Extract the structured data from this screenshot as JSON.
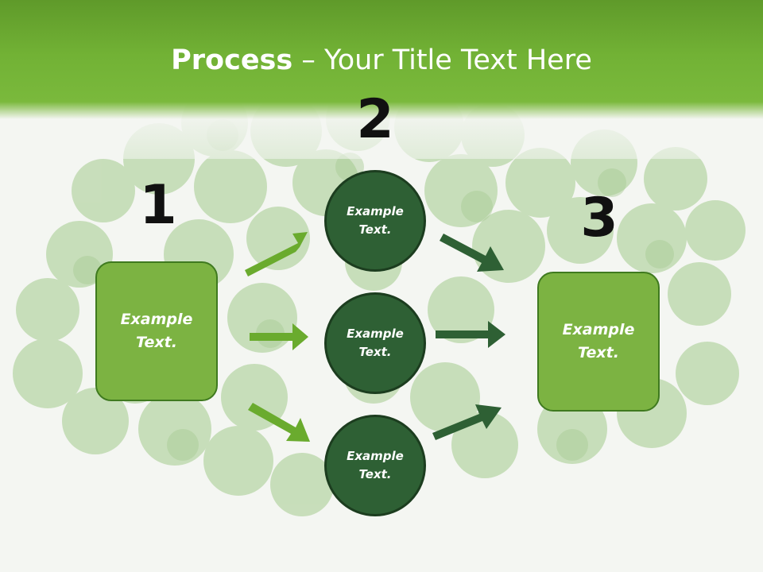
{
  "title": {
    "bold": "Process",
    "rest": " – Your Title Text Here"
  },
  "steps": [
    {
      "number": "1",
      "box": "Example Text."
    },
    {
      "number": "2",
      "circles": [
        "Example Text.",
        "Example Text.",
        "Example Text."
      ]
    },
    {
      "number": "3",
      "box": "Example Text."
    }
  ],
  "colors": {
    "header_green": "#72b235",
    "box_fill": "#7cb342",
    "box_border": "#3f7a1f",
    "circle_fill": "#2e6034",
    "arrow_light": "#6aab2e",
    "arrow_dark": "#2e6034"
  }
}
